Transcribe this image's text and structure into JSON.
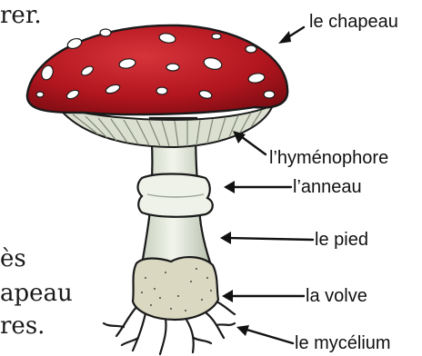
{
  "text_fragments": {
    "line1": "rer.",
    "line2": "ès",
    "line3": "apeau",
    "line4": "res."
  },
  "labels": {
    "chapeau": "le chapeau",
    "hymenophore": "l’hyménophore",
    "anneau": "l’anneau",
    "pied": "le pied",
    "volve": "la volve",
    "mycelium": "le mycélium"
  },
  "colors": {
    "cap_red": "#b3161f",
    "cap_dark": "#6e0a10",
    "cap_highlight": "#d6343b",
    "spot_white": "#ffffff",
    "stem_white": "#e9eee2",
    "stem_shade": "#b9c2b0",
    "gills": "#d8dccd",
    "volve_beige": "#d9d7c0",
    "outline": "#1a1a1a"
  }
}
